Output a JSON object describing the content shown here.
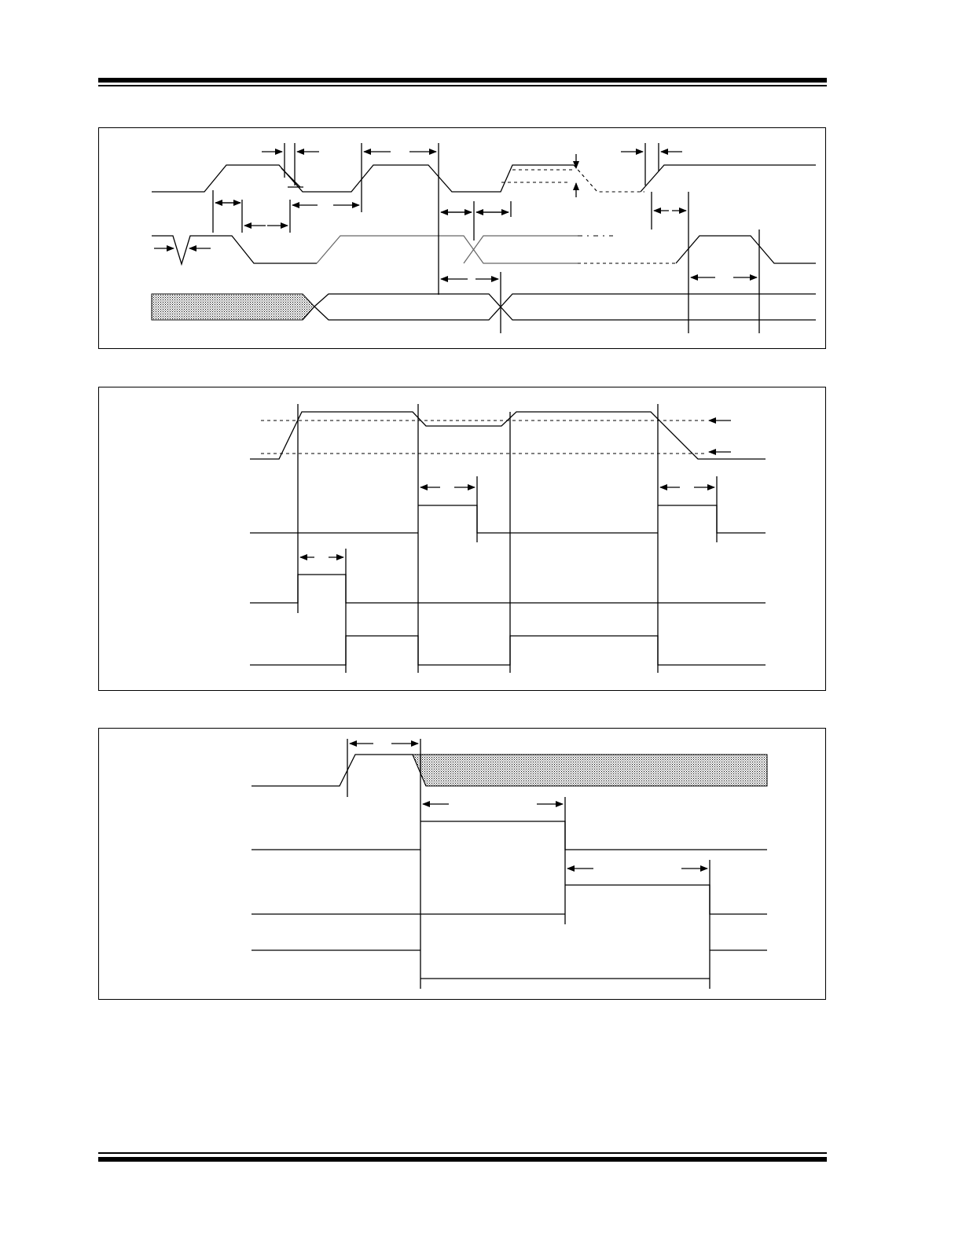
{
  "document": {
    "header_rules": "double",
    "footer_rules": "double"
  },
  "figures": [
    {
      "id": "timing-diagram-1",
      "signals": 3,
      "hatched_region": "unknown-data"
    },
    {
      "id": "timing-diagram-2",
      "signals": 4
    },
    {
      "id": "timing-diagram-3",
      "signals": 4,
      "hatched_region": "dont-care"
    }
  ],
  "colors": {
    "line": "#000000",
    "hatch": "#000000",
    "background": "#ffffff"
  }
}
